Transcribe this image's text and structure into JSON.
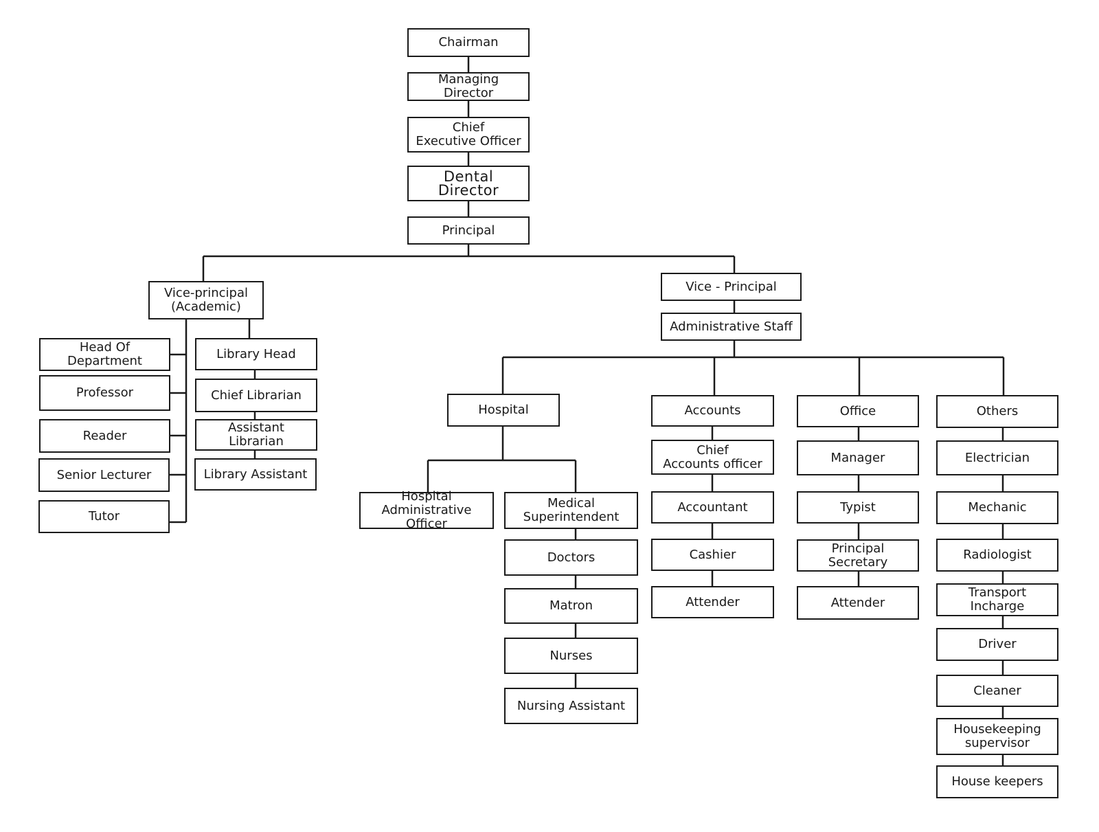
{
  "colors": {
    "stroke": "#1a1a1a",
    "background": "#ffffff",
    "text": "#1a1a1a"
  },
  "nodes": {
    "chairman": "Chairman",
    "managing_director": "Managing Director",
    "ceo": "Chief\nExecutive Officer",
    "dental_director": "Dental Director",
    "principal": "Principal",
    "vp_academic": "Vice-principal\n(Academic)",
    "head_of_department": "Head Of Department",
    "professor": "Professor",
    "reader": "Reader",
    "senior_lecturer": "Senior Lecturer",
    "tutor": "Tutor",
    "library_head": "Library Head",
    "chief_librarian": "Chief Librarian",
    "assistant_librarian": "Assistant Librarian",
    "library_assistant": "Library Assistant",
    "vice_principal": "Vice - Principal",
    "administrative_staff": "Administrative Staff",
    "hospital": "Hospital",
    "hospital_admin_officer": "Hospital\nAdministrative Officer",
    "medical_superintendent": "Medical\nSuperintendent",
    "doctors": "Doctors",
    "matron": "Matron",
    "nurses": "Nurses",
    "nursing_assistant": "Nursing Assistant",
    "accounts": "Accounts",
    "chief_accounts_officer": "Chief\nAccounts officer",
    "accountant": "Accountant",
    "cashier": "Cashier",
    "accounts_attender": "Attender",
    "office": "Office",
    "manager": "Manager",
    "typist": "Typist",
    "principal_secretary": "Principal Secretary",
    "office_attender": "Attender",
    "others": "Others",
    "electrician": "Electrician",
    "mechanic": "Mechanic",
    "radiologist": "Radiologist",
    "transport_incharge": "Transport Incharge",
    "driver": "Driver",
    "cleaner": "Cleaner",
    "housekeeping_supervisor": "Housekeeping\nsupervisor",
    "house_keepers": "House keepers"
  }
}
